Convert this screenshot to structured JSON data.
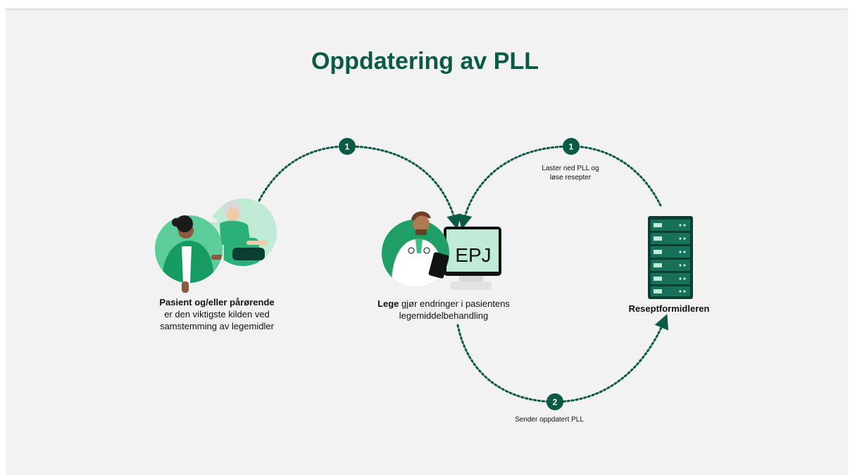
{
  "title": "Oppdatering av PLL",
  "badges": {
    "left_top": "1",
    "right_top": "1",
    "bottom": "2"
  },
  "labels": {
    "laster_line1": "Laster ned PLL og",
    "laster_line2": "løse resepter",
    "sender": "Sender oppdatert PLL"
  },
  "patient": {
    "bold": "Pasient og/eller pårørende",
    "line2": "er den viktigste kilden ved",
    "line3": "samstemming av legemidler"
  },
  "lege": {
    "bold": "Lege",
    "rest": " gjør endringer i pasientens",
    "line2": "legemiddelbehandling"
  },
  "screen_text": "EPJ",
  "resept": "Reseptformidleren",
  "colors": {
    "dark_green": "#0b5a45",
    "mid_green": "#2bb07a",
    "light_green": "#bfead3",
    "background": "#f2f2f2"
  },
  "icons": [
    "patient-icon",
    "relative-icon",
    "doctor-icon",
    "computer-monitor-icon",
    "server-rack-icon"
  ]
}
